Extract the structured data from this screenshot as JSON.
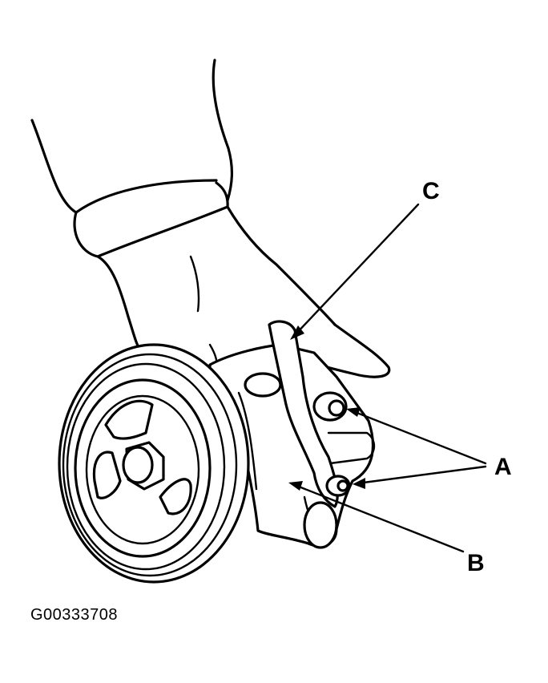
{
  "labels": {
    "a": "A",
    "b": "B",
    "c": "C"
  },
  "figure_id": "G00333708"
}
